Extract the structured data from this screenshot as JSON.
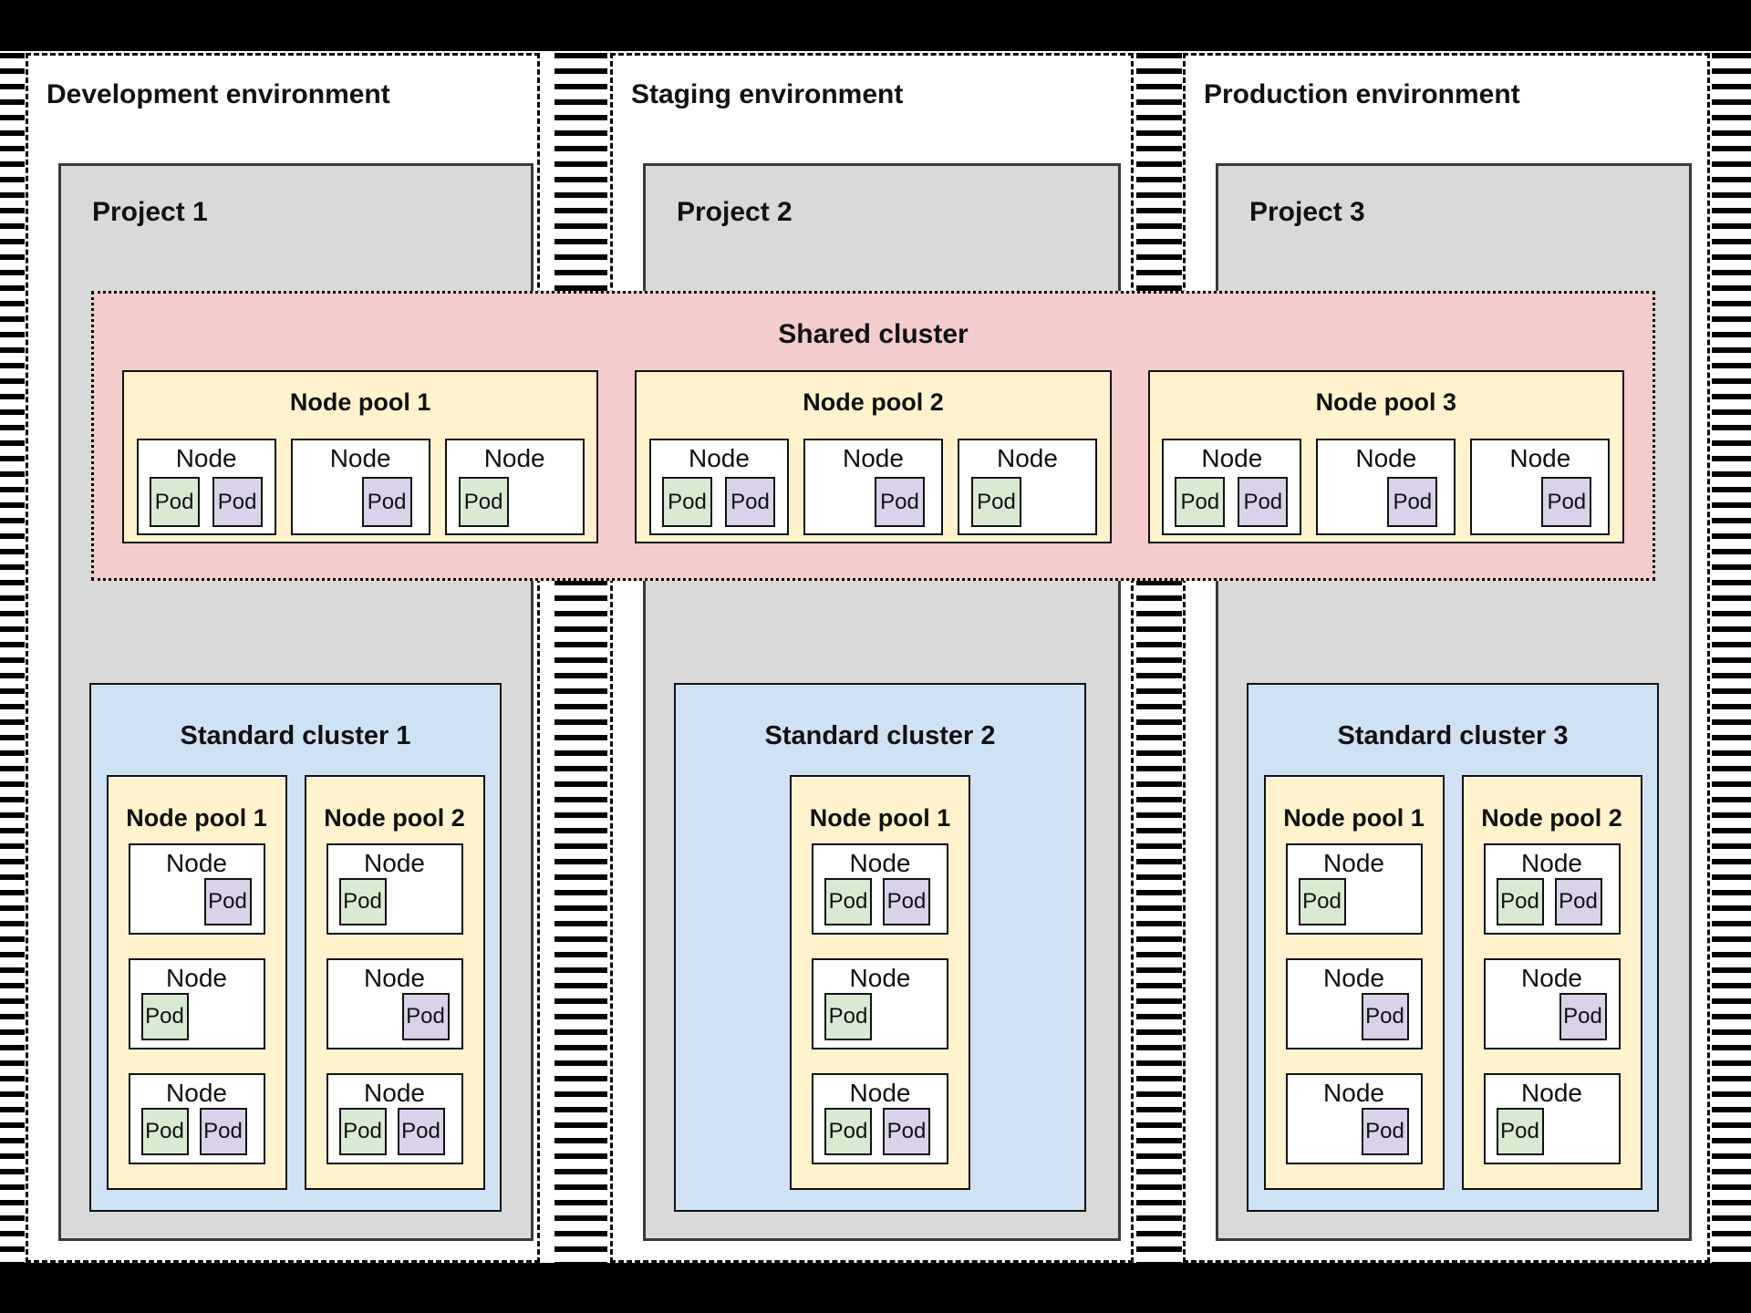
{
  "palette": {
    "gray": "#d9d9d9",
    "pink": "#f4cccc",
    "yellow": "#fff2cc",
    "blue": "#cfe2f3",
    "green": "#d9ead3",
    "purple": "#d9d2e9"
  },
  "environments": [
    {
      "title": "Development environment",
      "project": {
        "title": "Project 1",
        "cluster": {
          "title": "Standard cluster 1",
          "node_pools": [
            {
              "title": "Node pool 1",
              "nodes": [
                {
                  "label": "Node",
                  "pods": [
                    {
                      "label": "Pod",
                      "color": "purple",
                      "pos": "right"
                    }
                  ]
                },
                {
                  "label": "Node",
                  "pods": [
                    {
                      "label": "Pod",
                      "color": "green",
                      "pos": "left"
                    }
                  ]
                },
                {
                  "label": "Node",
                  "pods": [
                    {
                      "label": "Pod",
                      "color": "green",
                      "pos": "p1"
                    },
                    {
                      "label": "Pod",
                      "color": "purple",
                      "pos": "p2"
                    }
                  ]
                }
              ]
            },
            {
              "title": "Node pool 2",
              "nodes": [
                {
                  "label": "Node",
                  "pods": [
                    {
                      "label": "Pod",
                      "color": "green",
                      "pos": "left"
                    }
                  ]
                },
                {
                  "label": "Node",
                  "pods": [
                    {
                      "label": "Pod",
                      "color": "purple",
                      "pos": "right"
                    }
                  ]
                },
                {
                  "label": "Node",
                  "pods": [
                    {
                      "label": "Pod",
                      "color": "green",
                      "pos": "p1"
                    },
                    {
                      "label": "Pod",
                      "color": "purple",
                      "pos": "p2"
                    }
                  ]
                }
              ]
            }
          ]
        }
      }
    },
    {
      "title": "Staging environment",
      "project": {
        "title": "Project 2",
        "cluster": {
          "title": "Standard cluster 2",
          "node_pools": [
            {
              "title": "Node pool 1",
              "nodes": [
                {
                  "label": "Node",
                  "pods": [
                    {
                      "label": "Pod",
                      "color": "green",
                      "pos": "p1"
                    },
                    {
                      "label": "Pod",
                      "color": "purple",
                      "pos": "p2"
                    }
                  ]
                },
                {
                  "label": "Node",
                  "pods": [
                    {
                      "label": "Pod",
                      "color": "green",
                      "pos": "left"
                    }
                  ]
                },
                {
                  "label": "Node",
                  "pods": [
                    {
                      "label": "Pod",
                      "color": "green",
                      "pos": "p1"
                    },
                    {
                      "label": "Pod",
                      "color": "purple",
                      "pos": "p2"
                    }
                  ]
                }
              ]
            }
          ]
        }
      }
    },
    {
      "title": "Production environment",
      "project": {
        "title": "Project 3",
        "cluster": {
          "title": "Standard cluster 3",
          "node_pools": [
            {
              "title": "Node pool 1",
              "nodes": [
                {
                  "label": "Node",
                  "pods": [
                    {
                      "label": "Pod",
                      "color": "green",
                      "pos": "left"
                    }
                  ]
                },
                {
                  "label": "Node",
                  "pods": [
                    {
                      "label": "Pod",
                      "color": "purple",
                      "pos": "right"
                    }
                  ]
                },
                {
                  "label": "Node",
                  "pods": [
                    {
                      "label": "Pod",
                      "color": "purple",
                      "pos": "right"
                    }
                  ]
                }
              ]
            },
            {
              "title": "Node pool 2",
              "nodes": [
                {
                  "label": "Node",
                  "pods": [
                    {
                      "label": "Pod",
                      "color": "green",
                      "pos": "p1"
                    },
                    {
                      "label": "Pod",
                      "color": "purple",
                      "pos": "p2"
                    }
                  ]
                },
                {
                  "label": "Node",
                  "pods": [
                    {
                      "label": "Pod",
                      "color": "purple",
                      "pos": "right"
                    }
                  ]
                },
                {
                  "label": "Node",
                  "pods": [
                    {
                      "label": "Pod",
                      "color": "green",
                      "pos": "left"
                    }
                  ]
                }
              ]
            }
          ]
        }
      }
    }
  ],
  "shared_cluster": {
    "title": "Shared cluster",
    "node_pools": [
      {
        "title": "Node pool 1",
        "nodes": [
          {
            "label": "Node",
            "pods": [
              {
                "label": "Pod",
                "color": "green",
                "pos": "p1"
              },
              {
                "label": "Pod",
                "color": "purple",
                "pos": "p2"
              }
            ]
          },
          {
            "label": "Node",
            "pods": [
              {
                "label": "Pod",
                "color": "purple",
                "pos": "right"
              }
            ]
          },
          {
            "label": "Node",
            "pods": [
              {
                "label": "Pod",
                "color": "green",
                "pos": "left"
              }
            ]
          }
        ]
      },
      {
        "title": "Node pool 2",
        "nodes": [
          {
            "label": "Node",
            "pods": [
              {
                "label": "Pod",
                "color": "green",
                "pos": "p1"
              },
              {
                "label": "Pod",
                "color": "purple",
                "pos": "p2"
              }
            ]
          },
          {
            "label": "Node",
            "pods": [
              {
                "label": "Pod",
                "color": "purple",
                "pos": "right"
              }
            ]
          },
          {
            "label": "Node",
            "pods": [
              {
                "label": "Pod",
                "color": "green",
                "pos": "left"
              }
            ]
          }
        ]
      },
      {
        "title": "Node pool 3",
        "nodes": [
          {
            "label": "Node",
            "pods": [
              {
                "label": "Pod",
                "color": "green",
                "pos": "p1"
              },
              {
                "label": "Pod",
                "color": "purple",
                "pos": "p2"
              }
            ]
          },
          {
            "label": "Node",
            "pods": [
              {
                "label": "Pod",
                "color": "purple",
                "pos": "right"
              }
            ]
          },
          {
            "label": "Node",
            "pods": [
              {
                "label": "Pod",
                "color": "purple",
                "pos": "right"
              }
            ]
          }
        ]
      }
    ]
  }
}
